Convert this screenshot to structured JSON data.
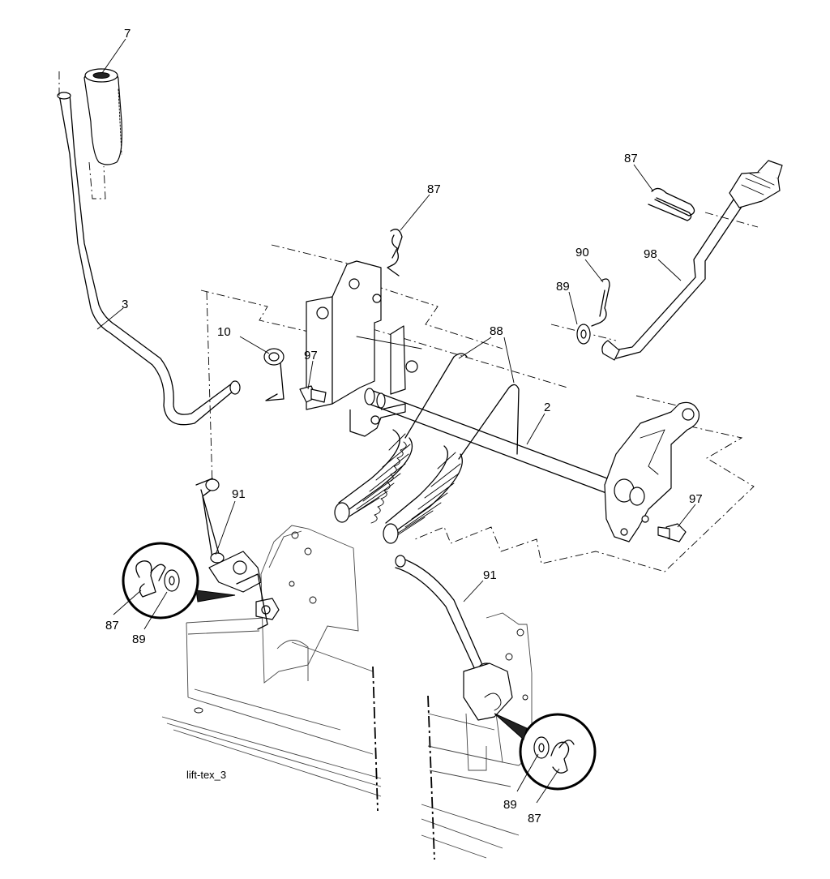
{
  "figure": {
    "caption": "lift-tex_3",
    "callouts": {
      "p7": "7",
      "p3": "3",
      "p10": "10",
      "p97a": "97",
      "p87a": "87",
      "p88": "88",
      "p2": "2",
      "p87b": "87",
      "p90": "90",
      "p98": "98",
      "p89a": "89",
      "p91a": "91",
      "p87c": "87",
      "p89b": "89",
      "p97b": "97",
      "p91b": "91",
      "p89c": "89",
      "p87d": "87"
    }
  }
}
